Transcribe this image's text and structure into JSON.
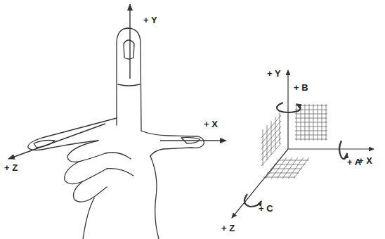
{
  "diagram": {
    "labels": [
      "+ Y",
      "+ X",
      "+ Z",
      "+ Y",
      "+ B",
      "+ X",
      "+ A",
      "+ Z",
      "+ C"
    ]
  }
}
